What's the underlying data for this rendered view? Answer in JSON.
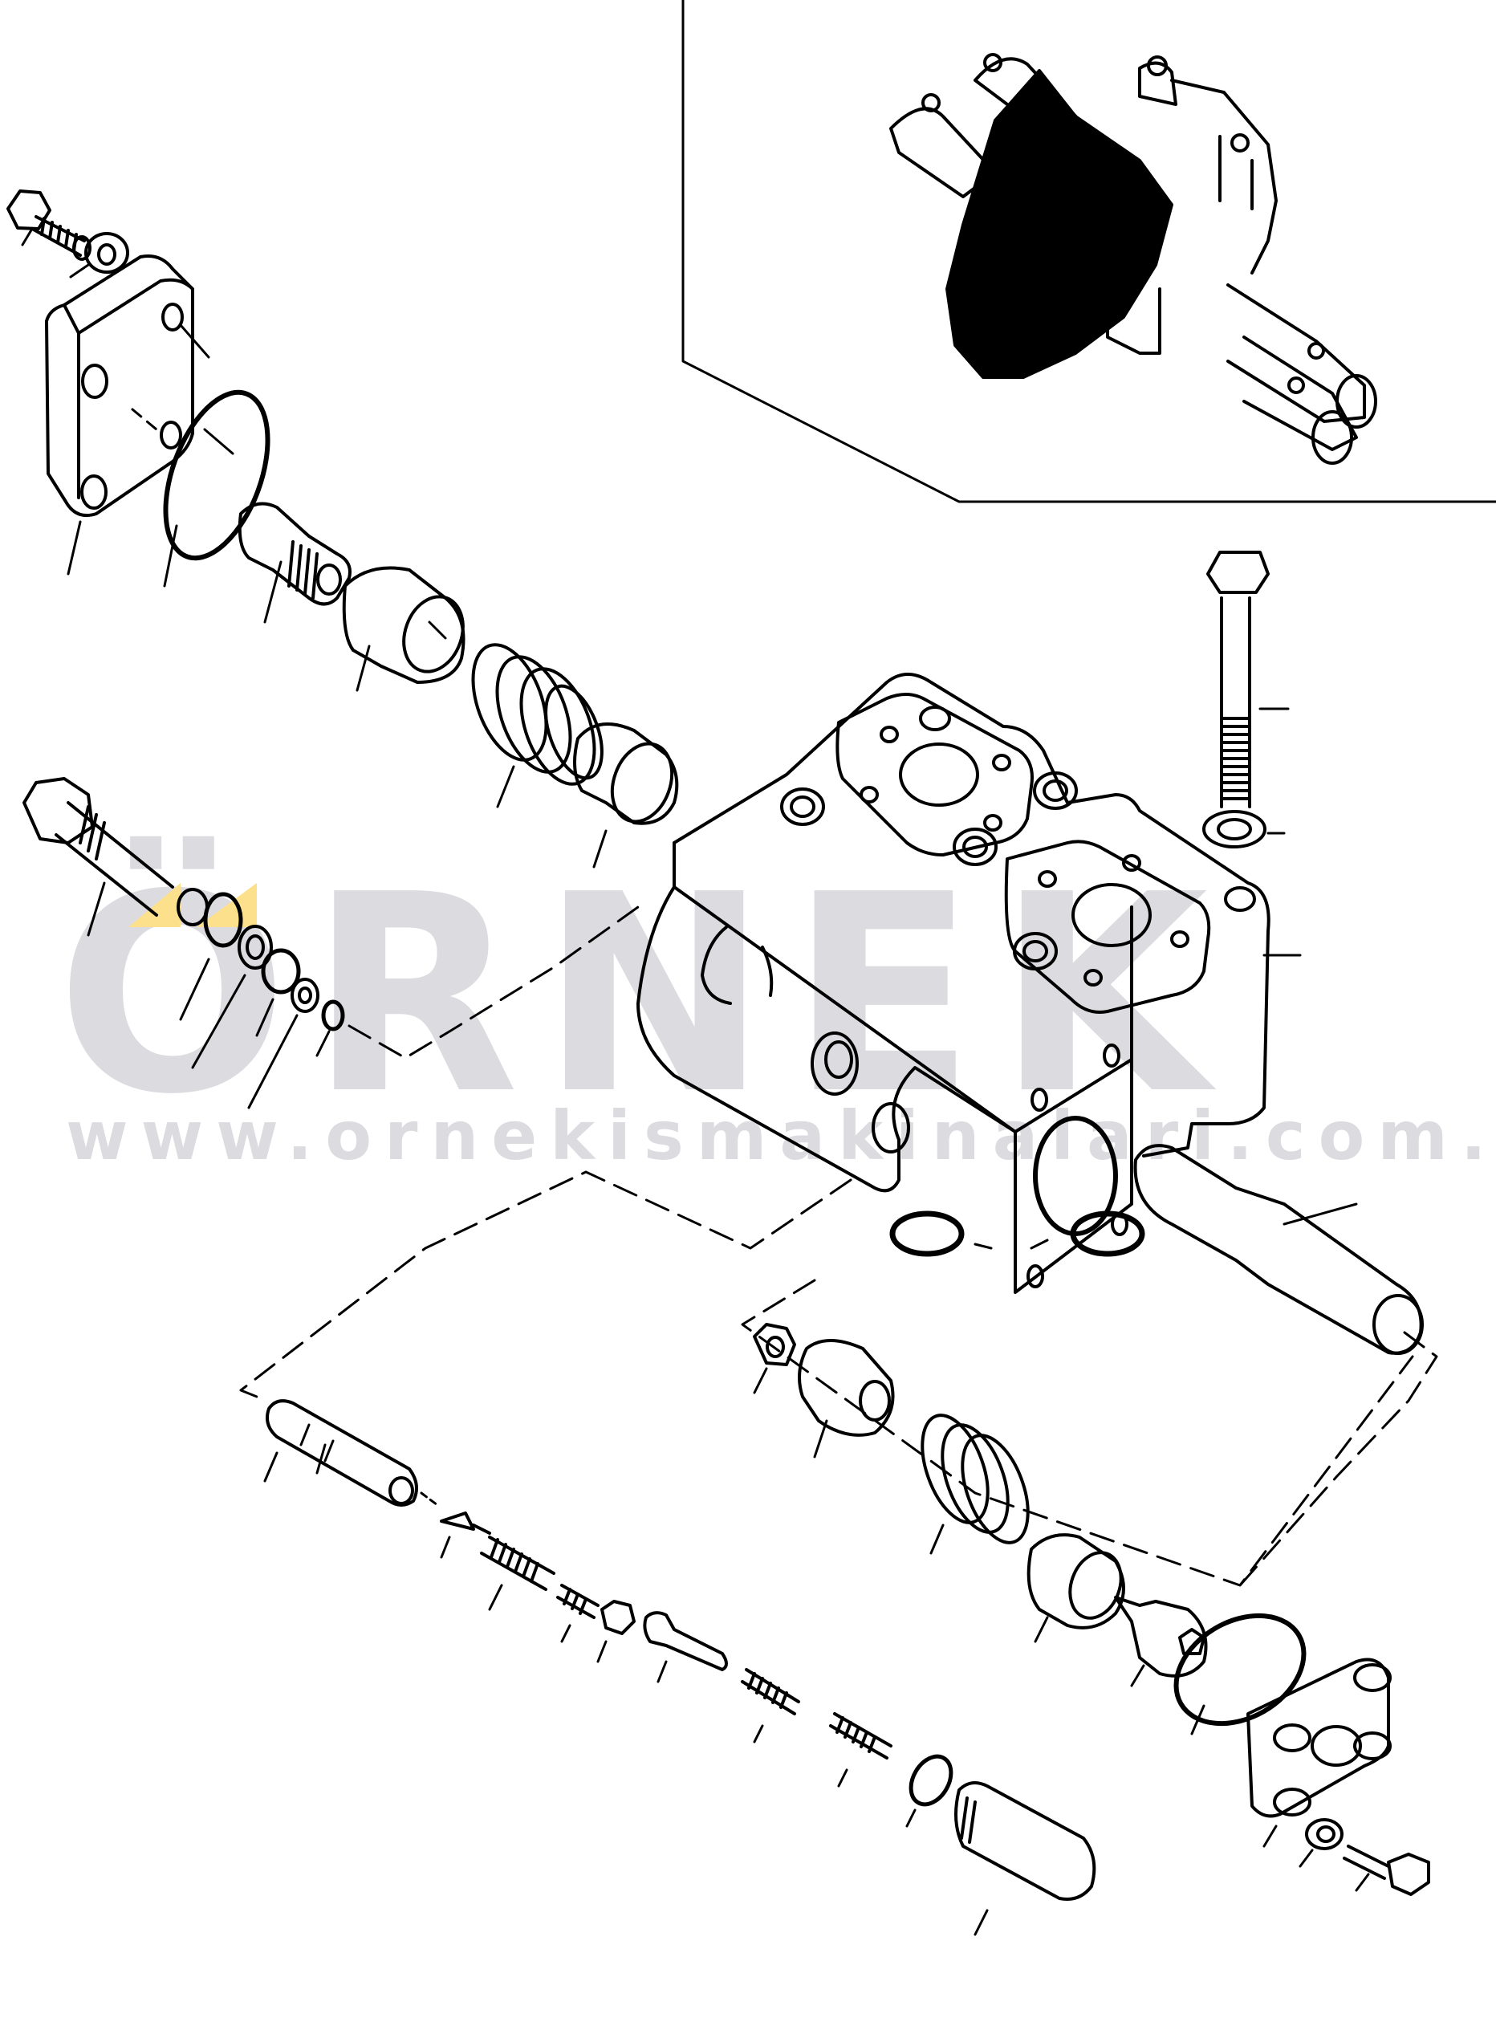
{
  "diagram": {
    "title": "",
    "type": "exploded parts diagram - hydraulic control valve section",
    "line_color": "#000000",
    "background_color": "#ffffff",
    "inset": {
      "description": "assembled valve bank with highlighted section (filled black)"
    },
    "callouts": "unnumbered leader lines only"
  },
  "watermark": {
    "brand": "ÖRNEK",
    "url": "www.ornekismakinalari.com.tr",
    "text_color": "#dcdbe0",
    "accent_color": "#fce08c"
  }
}
